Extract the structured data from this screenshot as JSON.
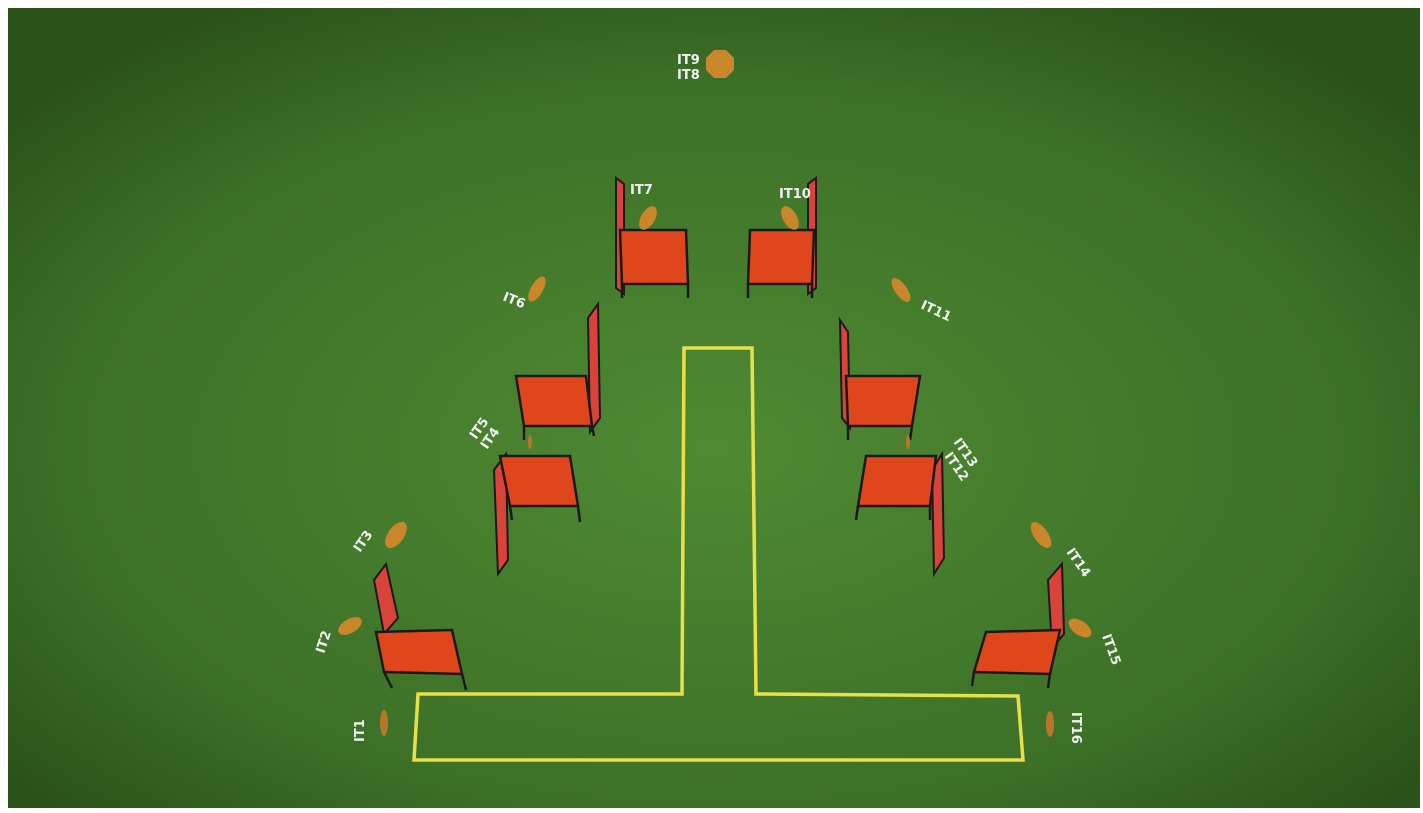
{
  "colors": {
    "pitch_center": "#4f8a33",
    "pitch_edge": "#2a5218",
    "boundary_line": "#e8e04a",
    "hurdle_fill": "#e0461c",
    "hurdle_frame": "#1a1a1a",
    "marker": "#c9862a",
    "label": "#f2f2f2"
  },
  "markers": {
    "it1": "IT1",
    "it2": "IT2",
    "it3": "IT3",
    "it4": "IT4",
    "it5": "IT5",
    "it6": "IT6",
    "it7": "IT7",
    "it8": "IT8",
    "it9": "IT9",
    "it10": "IT10",
    "it11": "IT11",
    "it12": "IT12",
    "it13": "IT13",
    "it14": "IT14",
    "it15": "IT15",
    "it16": "IT16"
  }
}
